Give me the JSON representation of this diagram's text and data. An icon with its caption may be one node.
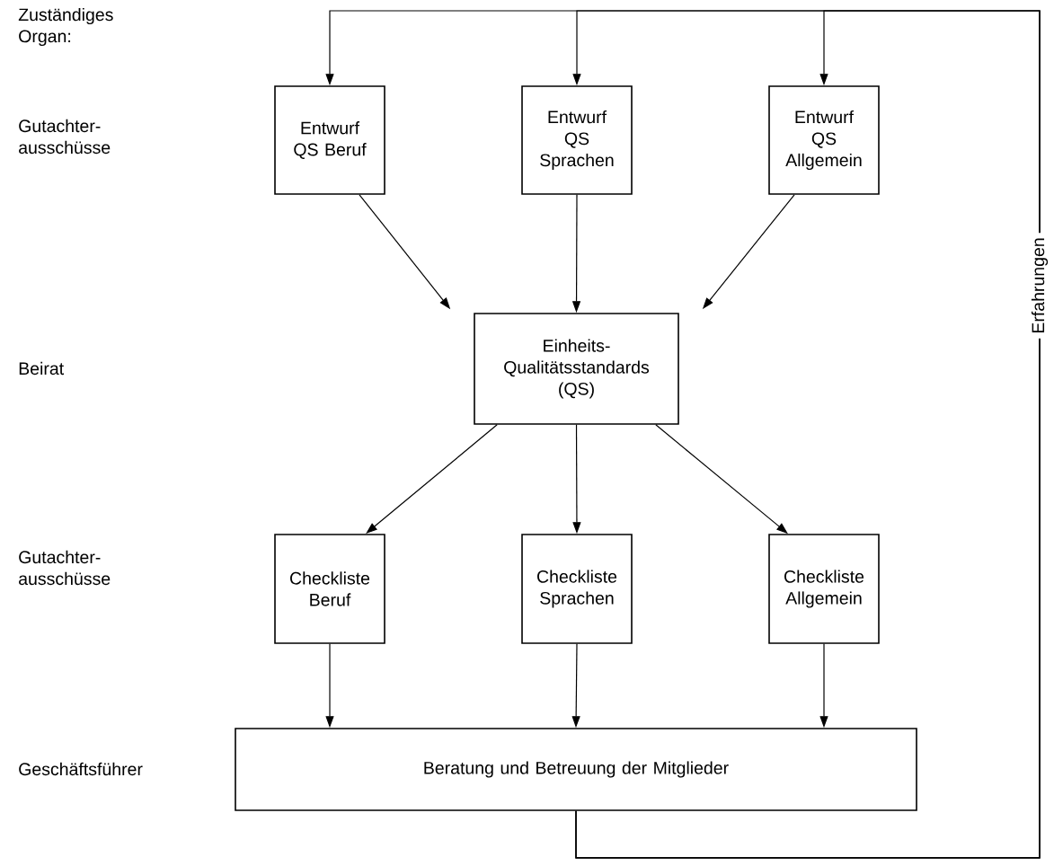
{
  "diagram": {
    "nodes": [
      {
        "text": [
          "Entwurf QS Beruf"
        ]
      },
      {
        "text": [
          "Entwurf QS Sprachen"
        ]
      },
      {
        "text": [
          "Entwurf QS Allgemein"
        ]
      },
      {
        "text": [
          "Einheits- Qualitätsstandards (QS)"
        ]
      },
      {
        "text": [
          "Checkliste Beruf"
        ]
      },
      {
        "text": [
          "Checkliste Sprachen"
        ]
      },
      {
        "text": [
          "Checkliste Allgemein"
        ]
      },
      {
        "text": [
          "Beratung und Betreuung der Mitglieder"
        ]
      }
    ],
    "edges": [
      {
        "from": 0,
        "to": 3,
        "arrow": "to"
      },
      {
        "from": 1,
        "to": 3,
        "arrow": "to"
      },
      {
        "from": 2,
        "to": 3,
        "arrow": "to"
      },
      {
        "from": 3,
        "to": 4,
        "arrow": "to"
      },
      {
        "from": 3,
        "to": 5,
        "arrow": "to"
      },
      {
        "from": 3,
        "to": 6,
        "arrow": "to"
      },
      {
        "from": 4,
        "to": 7,
        "arrow": "to"
      },
      {
        "from": 5,
        "to": 7,
        "arrow": "to"
      },
      {
        "from": 6,
        "to": 7,
        "arrow": "to"
      },
      {
        "from": 7,
        "to": 0,
        "arrow": "to",
        "label": "Erfahrungen"
      },
      {
        "from": 7,
        "to": 1,
        "arrow": "to"
      },
      {
        "from": 7,
        "to": 2,
        "arrow": "to"
      }
    ],
    "labels": [
      "Zuständiges Organ:",
      "Gutachter- ausschüsse",
      "Beirat",
      "Gutachter- ausschüsse",
      "Geschäftsführer"
    ]
  }
}
